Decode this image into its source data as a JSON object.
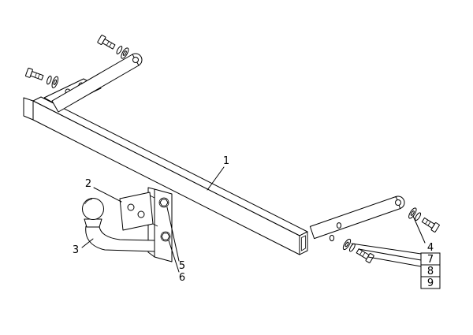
{
  "drawing": {
    "background": "#ffffff",
    "stroke_color": "#000000",
    "fill_color": "#ffffff",
    "subject": "towbar assembly parts diagram",
    "part_labels": {
      "p1": "1",
      "p2": "2",
      "p3": "3",
      "p4": "4",
      "p5": "5",
      "p6": "6",
      "p7": "7",
      "p8": "8",
      "p9": "9"
    }
  }
}
